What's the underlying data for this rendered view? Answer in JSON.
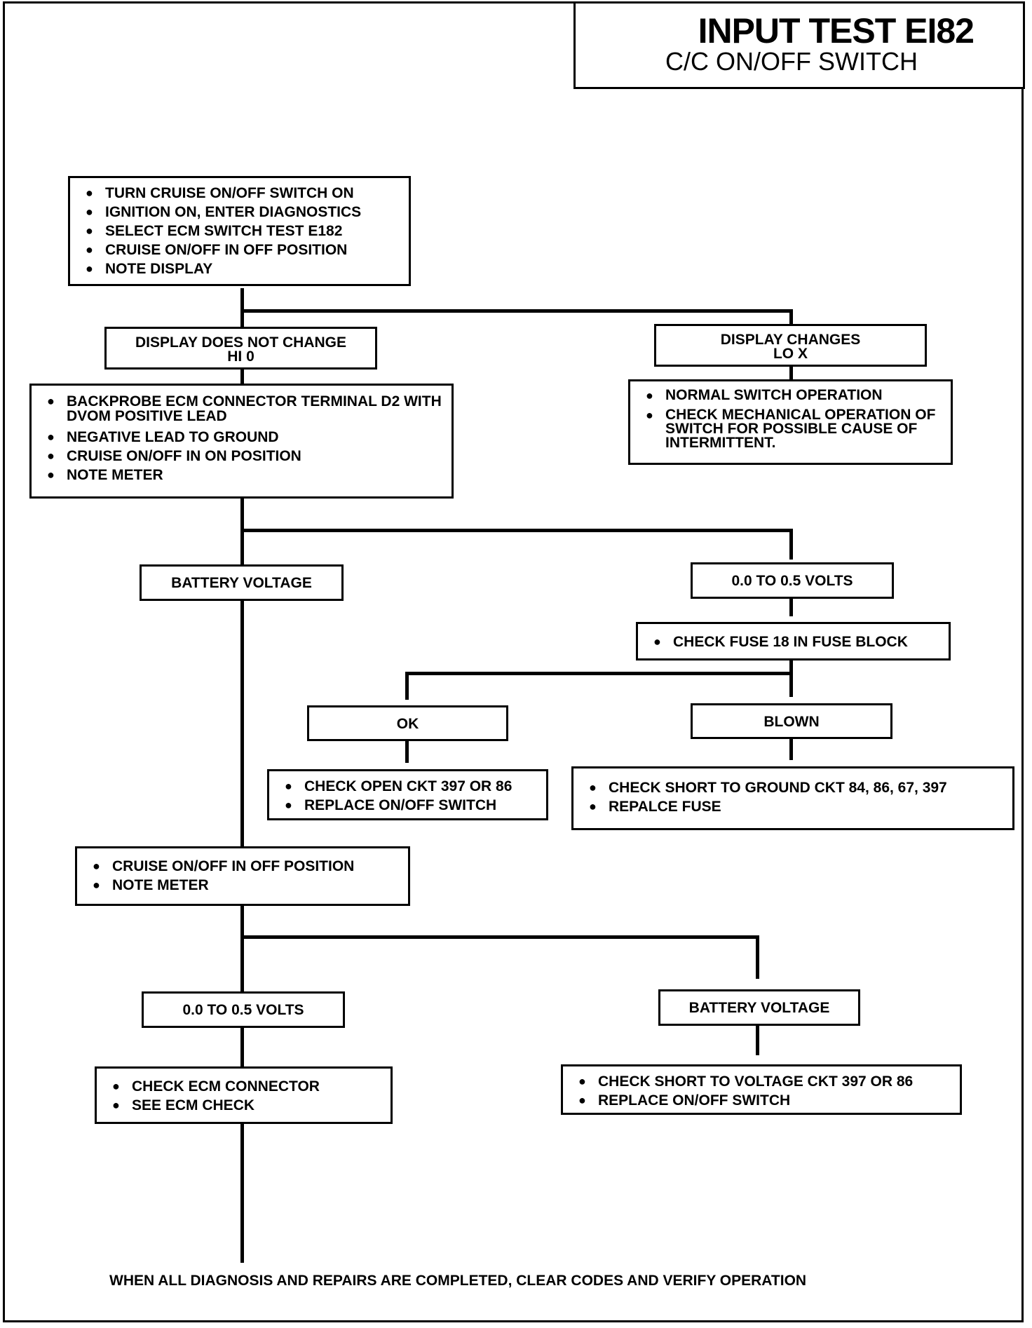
{
  "title": {
    "main": "INPUT TEST EI82",
    "sub": "C/C ON/OFF SWITCH"
  },
  "nodes": {
    "start": [
      "TURN CRUISE ON/OFF SWITCH ON",
      "IGNITION ON, ENTER DIAGNOSTICS",
      "SELECT ECM SWITCH TEST E182",
      "CRUISE ON/OFF IN OFF POSITION",
      "NOTE DISPLAY"
    ],
    "no_change": {
      "line1": "DISPLAY DOES NOT CHANGE",
      "line2": "HI 0"
    },
    "changes": {
      "line1": "DISPLAY CHANGES",
      "line2": "LO X"
    },
    "normal": [
      "NORMAL SWITCH OPERATION",
      "CHECK MECHANICAL OPERATION OF SWITCH  FOR POSSIBLE CAUSE OF INTERMITTENT."
    ],
    "backprobe": [
      "BACKPROBE ECM CONNECTOR TERMINAL D2 WITH DVOM POSITIVE LEAD",
      "NEGATIVE LEAD TO GROUND",
      "CRUISE ON/OFF IN ON POSITION",
      "NOTE METER"
    ],
    "battery1": "BATTERY VOLTAGE",
    "volts1": "0.0 TO 0.5 VOLTS",
    "fuse": [
      "CHECK FUSE 18 IN FUSE BLOCK"
    ],
    "ok": "OK",
    "blown": "BLOWN",
    "open_ckt": [
      "CHECK OPEN CKT 397 OR 86",
      "REPLACE ON/OFF SWITCH"
    ],
    "short_ground": [
      "CHECK SHORT TO GROUND CKT 84, 86, 67, 397",
      "REPALCE FUSE"
    ],
    "off_position": [
      "CRUISE ON/OFF IN OFF POSITION",
      "NOTE METER"
    ],
    "volts2": "0.0 TO 0.5 VOLTS",
    "battery2": "BATTERY VOLTAGE",
    "ecm_connector": [
      "CHECK ECM CONNECTOR",
      "SEE  ECM CHECK"
    ],
    "short_voltage": [
      "CHECK SHORT TO VOLTAGE CKT 397 OR 86",
      "REPLACE ON/OFF SWITCH"
    ]
  },
  "footer": "WHEN ALL DIAGNOSIS AND REPAIRS ARE COMPLETED, CLEAR CODES AND VERIFY OPERATION"
}
